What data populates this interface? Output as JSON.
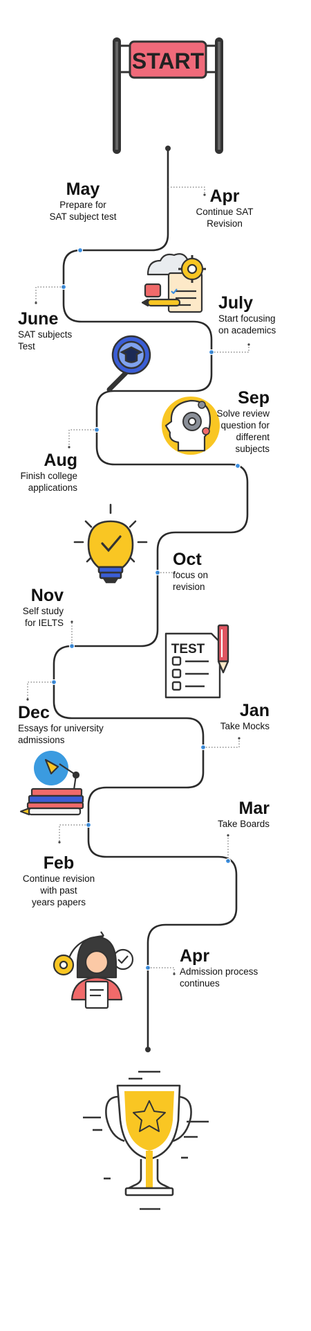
{
  "start_label": "START",
  "icons": {
    "start": "start-banner-icon",
    "gears_document": "gears-document-icon",
    "magnifier_cap": "graduation-magnifier-icon",
    "head_gears": "head-gears-icon",
    "bulb": "lightbulb-check-icon",
    "test": "test-sheet-icon",
    "books": "books-lamp-icon",
    "student": "student-gears-icon",
    "trophy": "trophy-star-icon"
  },
  "test_label": "TEST",
  "milestones": [
    {
      "month": "May",
      "lines": [
        "Prepare for",
        "SAT subject test"
      ]
    },
    {
      "month": "Apr",
      "lines": [
        "Continue SAT",
        "Revision"
      ]
    },
    {
      "month": "June",
      "lines": [
        "SAT subjects",
        "Test"
      ]
    },
    {
      "month": "July",
      "lines": [
        "Start focusing",
        "on academics"
      ]
    },
    {
      "month": "Sep",
      "lines": [
        "Solve review",
        "question for",
        "different",
        "subjects"
      ]
    },
    {
      "month": "Aug",
      "lines": [
        "Finish college",
        "applications"
      ]
    },
    {
      "month": "Oct",
      "lines": [
        "focus on",
        "revision"
      ]
    },
    {
      "month": "Nov",
      "lines": [
        "Self study",
        "for IELTS"
      ]
    },
    {
      "month": "Dec",
      "lines": [
        "Essays for university",
        "admissions"
      ]
    },
    {
      "month": "Jan",
      "lines": [
        "Take Mocks"
      ]
    },
    {
      "month": "Mar",
      "lines": [
        "Take Boards"
      ]
    },
    {
      "month": "Feb",
      "lines": [
        "Continue revision",
        "with past",
        "years papers"
      ]
    },
    {
      "month": "Apr",
      "lines": [
        "Admission process",
        "continues"
      ]
    }
  ],
  "colors": {
    "path": "#2b2b2b",
    "node": "#3b8ee0",
    "accent_yellow": "#f9c623",
    "accent_red": "#f06a6a",
    "accent_blue": "#3b8ee0"
  }
}
